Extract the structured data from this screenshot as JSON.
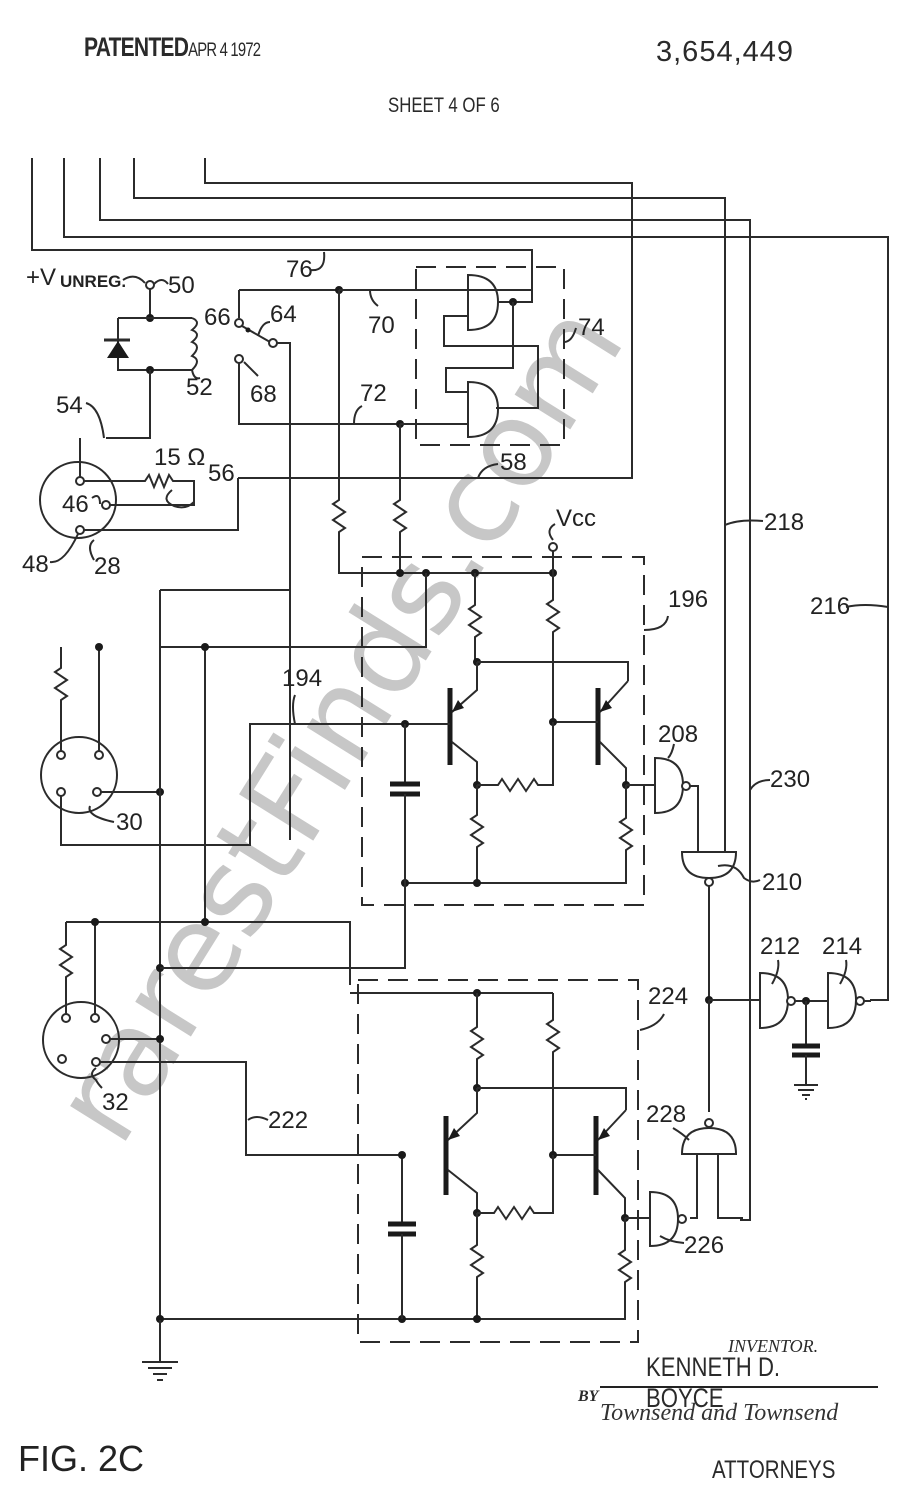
{
  "header": {
    "patented_label": "PATENTED",
    "patented_date": "APR  4 1972",
    "patent_number": "3,654,449",
    "sheet": "SHEET 4 OF 6"
  },
  "figure": {
    "label": "FIG. 2C",
    "watermark": "rarestFinds.com"
  },
  "signature_block": {
    "inventor_caption": "INVENTOR.",
    "inventor_name": "KENNETH D. BOYCE",
    "by_label": "BY",
    "signature": "Townsend and Townsend",
    "attorneys_label": "ATTORNEYS"
  },
  "schematic": {
    "supply_label": "+V",
    "supply_sub": "UNREG.",
    "vcc_label": "Vcc",
    "resistance_value": "15 Ω",
    "reference_numerals": {
      "r50": "50",
      "r52": "52",
      "r54": "54",
      "r56": "56",
      "r58": "58",
      "r64": "64",
      "r66": "66",
      "r68": "68",
      "r70": "70",
      "r72": "72",
      "r74": "74",
      "r76": "76",
      "r46": "46",
      "r48": "48",
      "r28": "28",
      "r30": "30",
      "r32": "32",
      "r194": "194",
      "r196": "196",
      "r208": "208",
      "r210": "210",
      "r212": "212",
      "r214": "214",
      "r216": "216",
      "r218": "218",
      "r222": "222",
      "r224": "224",
      "r226": "226",
      "r228": "228",
      "r230": "230"
    }
  }
}
